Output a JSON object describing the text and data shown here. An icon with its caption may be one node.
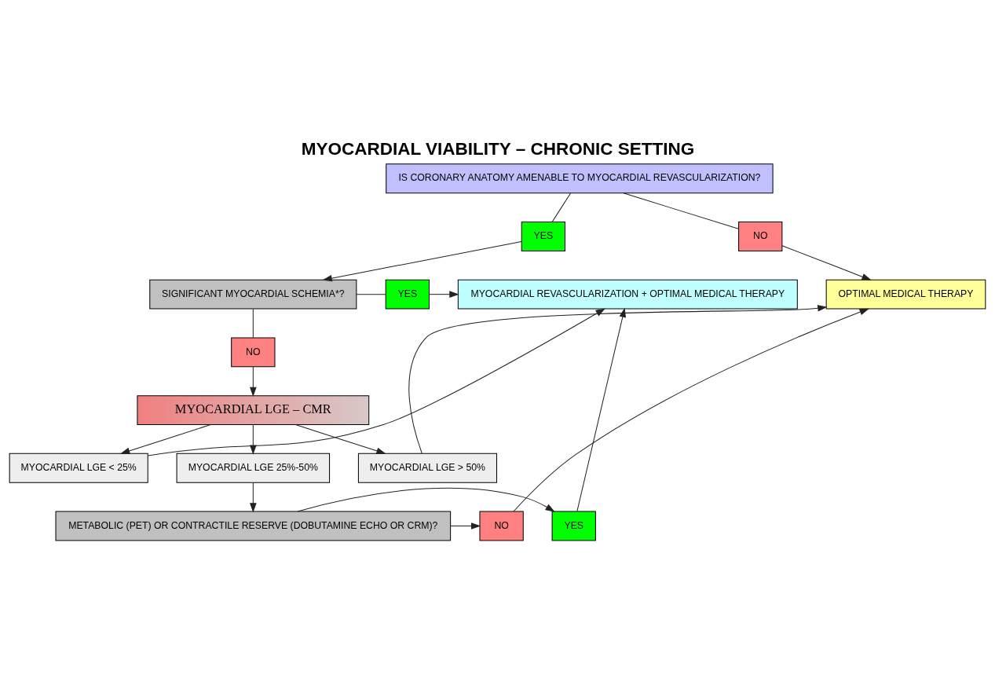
{
  "diagram": {
    "title": "MYOCARDIAL VIABILITY – CHRONIC SETTING",
    "nodes": [
      {
        "text": [
          "IS CORONARY ANATOMY AMENABLE TO MYOCARDIAL REVASCULARIZATION?"
        ]
      },
      {
        "text": [
          "YES"
        ]
      },
      {
        "text": [
          "NO"
        ]
      },
      {
        "text": [
          "MYOCARDIAL REVASCULARIZATION + OPTIMAL MEDICAL THERAPY"
        ]
      },
      {
        "text": [
          "YES"
        ]
      },
      {
        "text": [
          "SIGNIFICANT MYOCARDIAL SCHEMIA*?"
        ]
      },
      {
        "text": [
          "OPTIMAL MEDICAL THERAPY"
        ]
      },
      {
        "text": [
          "NO"
        ]
      },
      {
        "text": [
          "MYOCARDIAL LGE – CMR"
        ]
      },
      {
        "text": [
          "MYOCARDIAL LGE < 25%"
        ]
      },
      {
        "text": [
          "MYOCARDIAL LGE 25%-50%"
        ]
      },
      {
        "text": [
          "MYOCARDIAL LGE > 50%"
        ]
      },
      {
        "text": [
          "YES"
        ]
      },
      {
        "text": [
          "METABOLIC (PET) OR CONTRACTILE RESERVE (DOBUTAMINE ECHO OR CRM)?"
        ]
      },
      {
        "text": [
          "NO"
        ]
      }
    ],
    "edges": [
      {
        "from": 0,
        "to": 1,
        "arrow": "none"
      },
      {
        "from": 1,
        "to": 5,
        "arrow": "to"
      },
      {
        "from": 0,
        "to": 2,
        "arrow": "none"
      },
      {
        "from": 2,
        "to": 6,
        "arrow": "to"
      },
      {
        "from": 5,
        "to": 4,
        "arrow": "none"
      },
      {
        "from": 4,
        "to": 3,
        "arrow": "to"
      },
      {
        "from": 5,
        "to": 7,
        "arrow": "none"
      },
      {
        "from": 7,
        "to": 8,
        "arrow": "to"
      },
      {
        "from": 8,
        "to": 9,
        "arrow": "to"
      },
      {
        "from": 8,
        "to": 10,
        "arrow": "to"
      },
      {
        "from": 8,
        "to": 11,
        "arrow": "to"
      },
      {
        "from": 9,
        "to": 3,
        "arrow": "to"
      },
      {
        "from": 11,
        "to": 6,
        "arrow": "to"
      },
      {
        "from": 10,
        "to": 13,
        "arrow": "to"
      },
      {
        "from": 13,
        "to": 12,
        "arrow": "to"
      },
      {
        "from": 12,
        "to": 3,
        "arrow": "to"
      },
      {
        "from": 13,
        "to": 14,
        "arrow": "to"
      },
      {
        "from": 14,
        "to": 6,
        "arrow": "to"
      }
    ]
  }
}
